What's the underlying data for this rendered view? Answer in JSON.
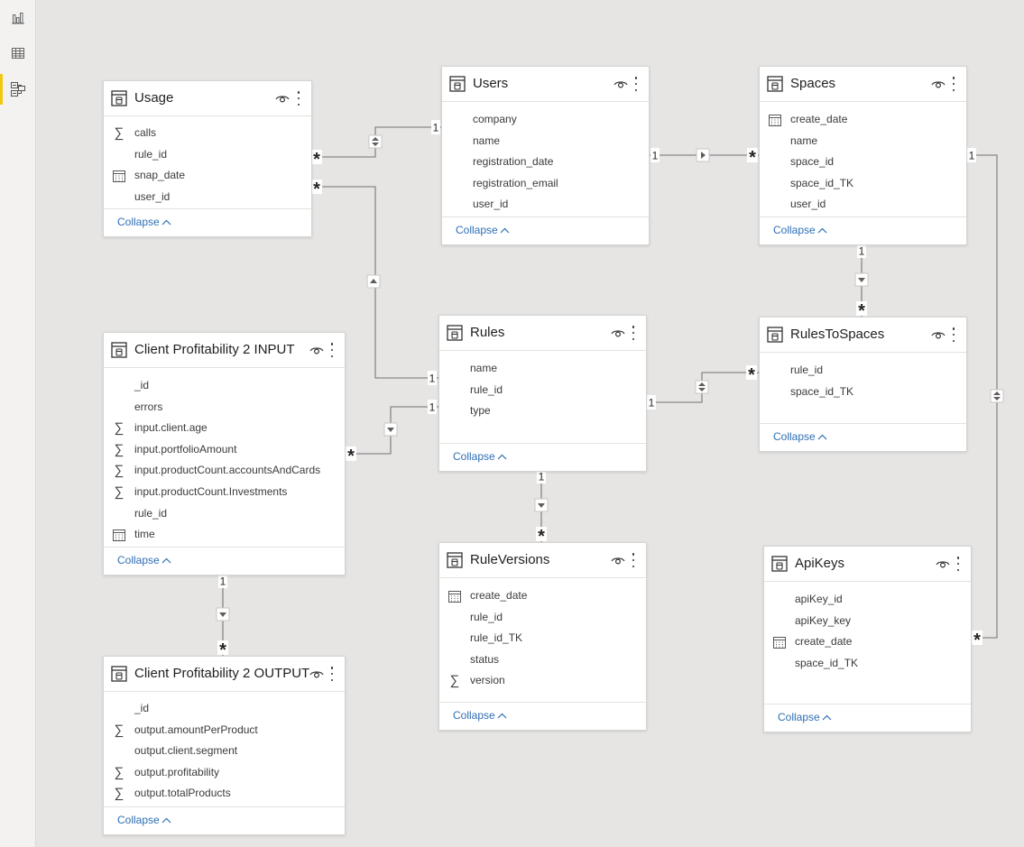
{
  "sidebar": [
    {
      "name": "report-view-icon",
      "label": "Report"
    },
    {
      "name": "data-view-icon",
      "label": "Data"
    },
    {
      "name": "model-view-icon",
      "label": "Model"
    }
  ],
  "collapse_label": "Collapse",
  "tables": {
    "usage": {
      "title": "Usage",
      "fields": [
        {
          "name": "calls",
          "icon": "sigma"
        },
        {
          "name": "rule_id",
          "icon": ""
        },
        {
          "name": "snap_date",
          "icon": "calendar"
        },
        {
          "name": "user_id",
          "icon": ""
        }
      ]
    },
    "users": {
      "title": "Users",
      "fields": [
        {
          "name": "company",
          "icon": ""
        },
        {
          "name": "name",
          "icon": ""
        },
        {
          "name": "registration_date",
          "icon": ""
        },
        {
          "name": "registration_email",
          "icon": ""
        },
        {
          "name": "user_id",
          "icon": ""
        }
      ]
    },
    "spaces": {
      "title": "Spaces",
      "fields": [
        {
          "name": "create_date",
          "icon": "calendar"
        },
        {
          "name": "name",
          "icon": ""
        },
        {
          "name": "space_id",
          "icon": ""
        },
        {
          "name": "space_id_TK",
          "icon": ""
        },
        {
          "name": "user_id",
          "icon": ""
        }
      ]
    },
    "cp_input": {
      "title": "Client Profitability 2 INPUT",
      "fields": [
        {
          "name": "_id",
          "icon": ""
        },
        {
          "name": "errors",
          "icon": ""
        },
        {
          "name": "input.client.age",
          "icon": "sigma"
        },
        {
          "name": "input.portfolioAmount",
          "icon": "sigma"
        },
        {
          "name": "input.productCount.accountsAndCards",
          "icon": "sigma"
        },
        {
          "name": "input.productCount.Investments",
          "icon": "sigma"
        },
        {
          "name": "rule_id",
          "icon": ""
        },
        {
          "name": "time",
          "icon": "calendar"
        }
      ]
    },
    "rules": {
      "title": "Rules",
      "fields": [
        {
          "name": "name",
          "icon": ""
        },
        {
          "name": "rule_id",
          "icon": ""
        },
        {
          "name": "type",
          "icon": ""
        }
      ]
    },
    "rules_to_spaces": {
      "title": "RulesToSpaces",
      "fields": [
        {
          "name": "rule_id",
          "icon": ""
        },
        {
          "name": "space_id_TK",
          "icon": ""
        }
      ]
    },
    "rule_versions": {
      "title": "RuleVersions",
      "fields": [
        {
          "name": "create_date",
          "icon": "calendar"
        },
        {
          "name": "rule_id",
          "icon": ""
        },
        {
          "name": "rule_id_TK",
          "icon": ""
        },
        {
          "name": "status",
          "icon": ""
        },
        {
          "name": "version",
          "icon": "sigma"
        }
      ]
    },
    "api_keys": {
      "title": "ApiKeys",
      "fields": [
        {
          "name": "apiKey_id",
          "icon": ""
        },
        {
          "name": "apiKey_key",
          "icon": ""
        },
        {
          "name": "create_date",
          "icon": "calendar"
        },
        {
          "name": "space_id_TK",
          "icon": ""
        }
      ]
    },
    "cp_output": {
      "title": "Client Profitability 2 OUTPUT",
      "fields": [
        {
          "name": "_id",
          "icon": ""
        },
        {
          "name": "output.amountPerProduct",
          "icon": "sigma"
        },
        {
          "name": "output.client.segment",
          "icon": ""
        },
        {
          "name": "output.profitability",
          "icon": "sigma"
        },
        {
          "name": "output.totalProducts",
          "icon": "sigma"
        }
      ]
    }
  },
  "relationships": [
    {
      "name": "users-usage",
      "one": "1",
      "many": "*",
      "filter": "both"
    },
    {
      "name": "rules-usage",
      "one": "1",
      "many": "*",
      "filter": "single"
    },
    {
      "name": "users-spaces",
      "one": "1",
      "many": "*",
      "filter": "single"
    },
    {
      "name": "spaces-rules-to-spaces",
      "one": "1",
      "many": "*",
      "filter": "single"
    },
    {
      "name": "spaces-api-keys",
      "one": "1",
      "many": "*",
      "filter": "both"
    },
    {
      "name": "rules-cp-input",
      "one": "1",
      "many": "*",
      "filter": "single"
    },
    {
      "name": "rules-rules-to-spaces",
      "one": "1",
      "many": "*",
      "filter": "both"
    },
    {
      "name": "rules-rule-versions",
      "one": "1",
      "many": "*",
      "filter": "single"
    },
    {
      "name": "cp-input-cp-output",
      "one": "1",
      "many": "*",
      "filter": "single"
    }
  ]
}
